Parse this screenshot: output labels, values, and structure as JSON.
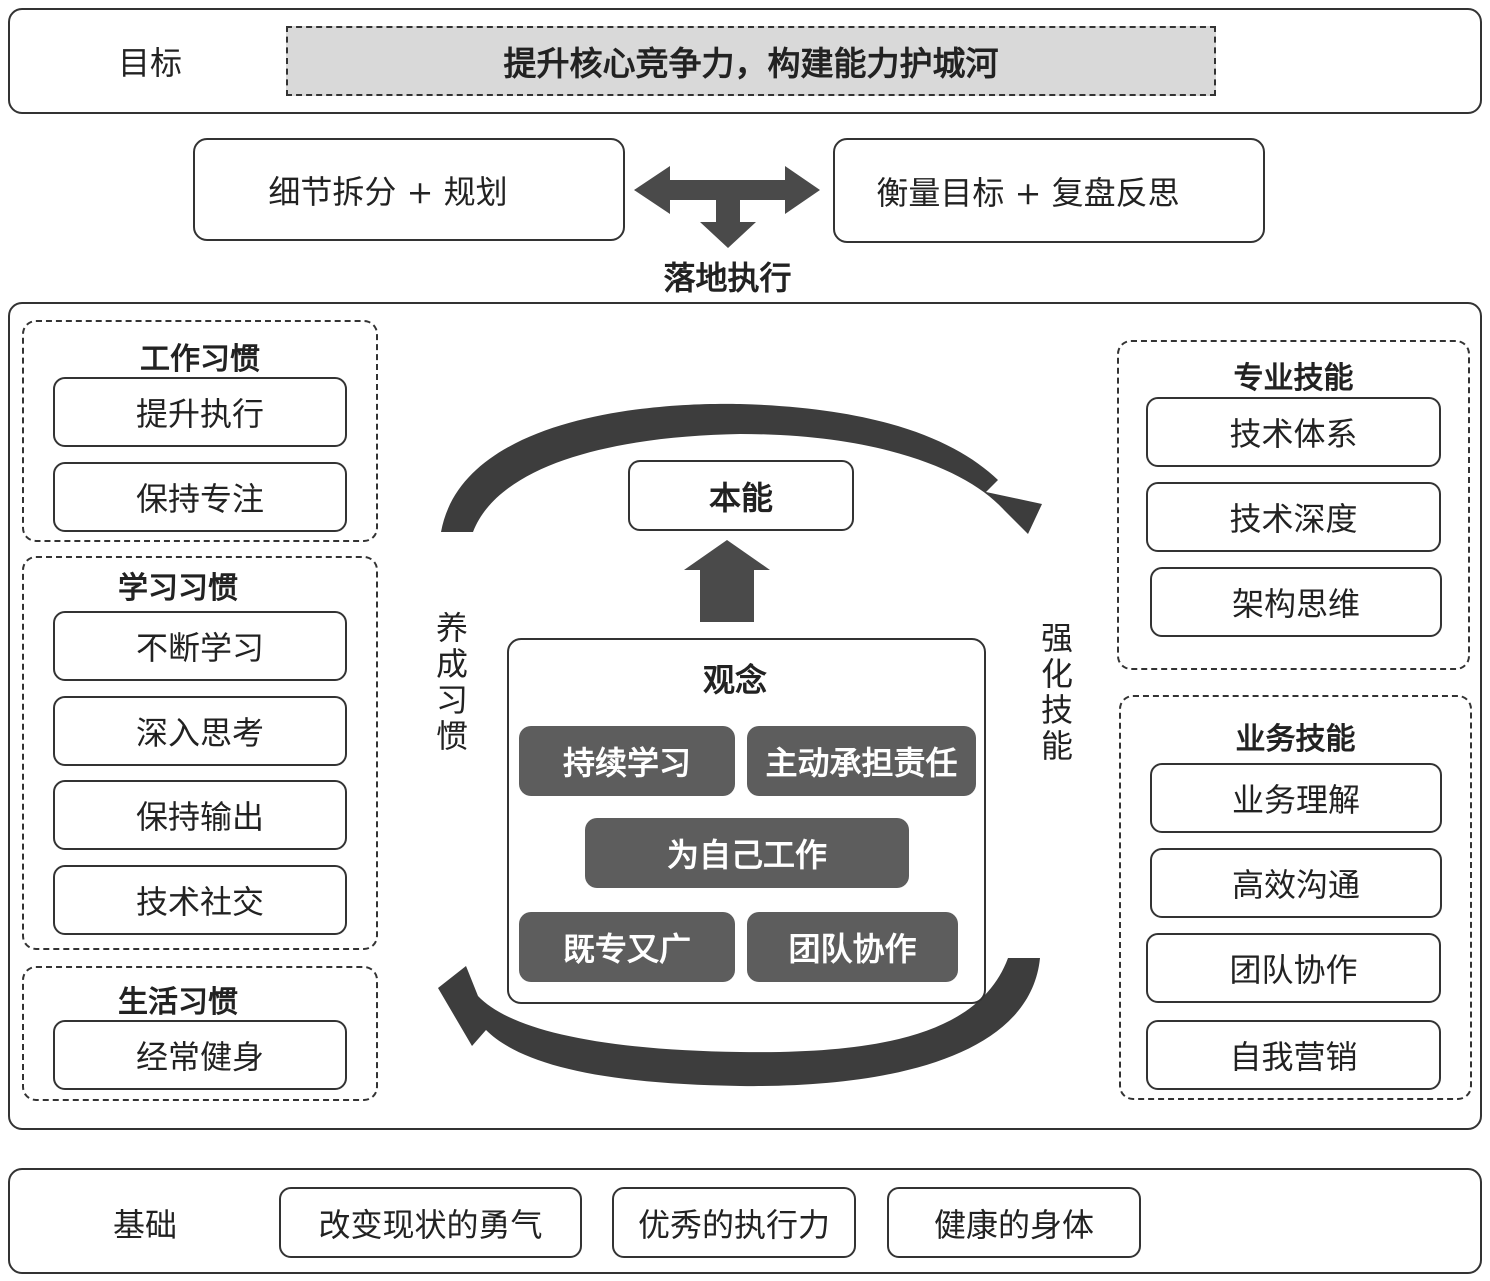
{
  "goal": {
    "label": "目标",
    "text": "提升核心竞争力，构建能力护城河"
  },
  "plan": {
    "left": "细节拆分 + 规划",
    "right": "衡量目标 + 复盘反思",
    "execute": "落地执行"
  },
  "habits": {
    "work": {
      "title": "工作习惯",
      "items": [
        "提升执行",
        "保持专注"
      ]
    },
    "study": {
      "title": "学习习惯",
      "items": [
        "不断学习",
        "深入思考",
        "保持输出",
        "技术社交"
      ]
    },
    "life": {
      "title": "生活习惯",
      "items": [
        "经常健身"
      ]
    }
  },
  "skills": {
    "professional": {
      "title": "专业技能",
      "items": [
        "技术体系",
        "技术深度",
        "架构思维"
      ]
    },
    "business": {
      "title": "业务技能",
      "items": [
        "业务理解",
        "高效沟通",
        "团队协作",
        "自我营销"
      ]
    }
  },
  "center": {
    "instinct": "本能",
    "concept": "观念",
    "concepts": [
      "持续学习",
      "主动承担责任",
      "为自己工作",
      "既专又广",
      "团队协作"
    ],
    "left_label": "养成习惯",
    "right_label": "强化技能"
  },
  "foundation": {
    "label": "基础",
    "items": [
      "改变现状的勇气",
      "优秀的执行力",
      "健康的身体"
    ]
  },
  "colors": {
    "dark_fill": "#5d5d5d",
    "goal_fill": "#d9d9d9",
    "arrow": "#4a4a4a"
  }
}
